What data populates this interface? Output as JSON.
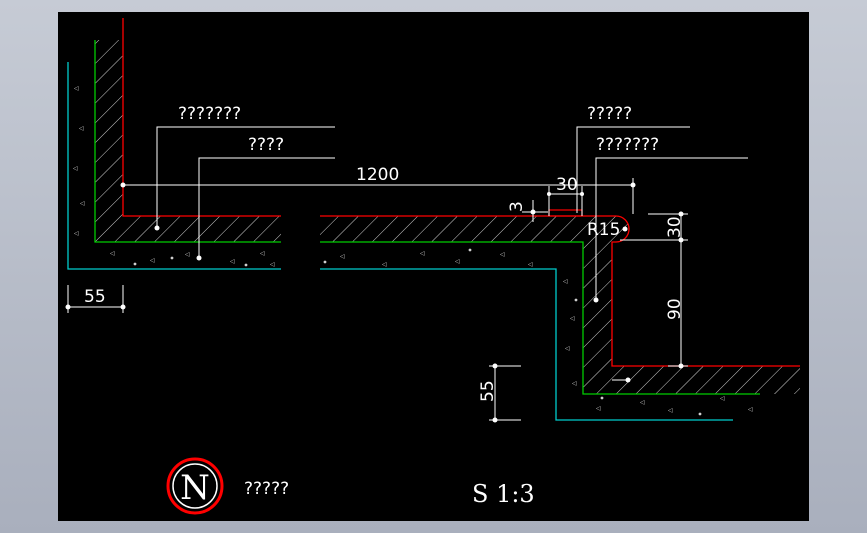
{
  "colors": {
    "background": "#000000",
    "frame": "#b3b9c6",
    "finish_line": "#ff0000",
    "layer_line": "#00cc00",
    "base_line": "#00cccc",
    "dimension": "#ffffff",
    "north_mark": "#ff0000"
  },
  "labels": {
    "top_left_1": "???????",
    "top_left_2": "????",
    "top_right_1": "?????",
    "top_right_2": "???????"
  },
  "dimensions": {
    "d1200": "1200",
    "d30_top": "30",
    "d3": "3",
    "r15": "R15",
    "d30_right": "30",
    "d90": "90",
    "d55_left": "55",
    "d55_bottom": "55"
  },
  "footer": {
    "north_letter": "N",
    "title": "?????",
    "scale": "S 1:3"
  }
}
